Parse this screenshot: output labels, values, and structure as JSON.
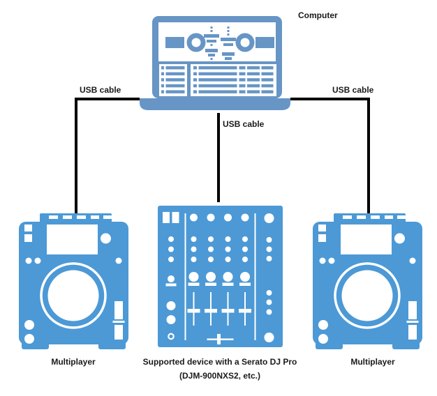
{
  "diagram": {
    "computer_label": "Computer",
    "cables": {
      "left_label": "USB cable",
      "center_label": "USB cable",
      "right_label": "USB cable"
    },
    "devices": {
      "left_player_label": "Multiplayer",
      "right_player_label": "Multiplayer",
      "mixer_caption_line1": "Supported device with a Serato DJ Pro",
      "mixer_caption_line2": "(DJM-900NXS2, etc.)"
    }
  },
  "colors": {
    "laptop_blue": "#6795C5",
    "device_blue": "#4C99D6",
    "cable_black": "#000000",
    "text_color": "#1A1A1A",
    "background": "#FFFFFF"
  }
}
